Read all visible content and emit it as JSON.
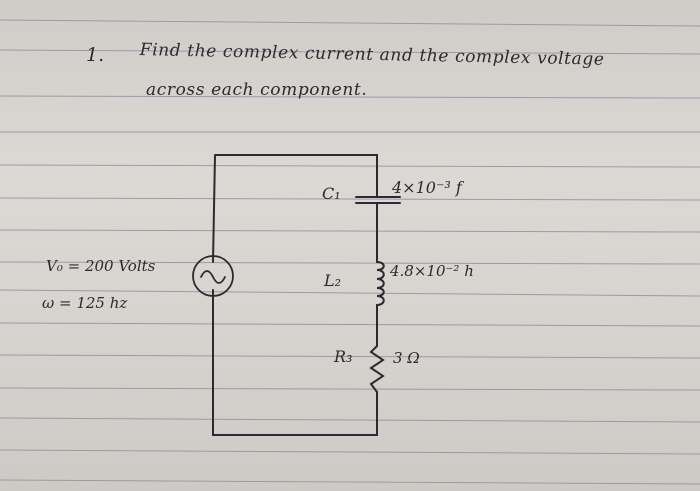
{
  "problem": {
    "number": "1.",
    "title_line1": "Find the complex current and the complex voltage",
    "title_line2": "across each component."
  },
  "source": {
    "voltage": "V₀ = 200 Volts",
    "frequency": "ω = 125 hz"
  },
  "components": {
    "c1": {
      "label": "C₁",
      "value": "4×10⁻³ f"
    },
    "l2": {
      "label": "L₂",
      "value": "4.8×10⁻² h"
    },
    "r3": {
      "label": "R₃",
      "value": "3 Ω"
    }
  },
  "colors": {
    "paper": "#d6d3cf",
    "rule": "#9a9aa6",
    "ink": "#2a2a30"
  }
}
